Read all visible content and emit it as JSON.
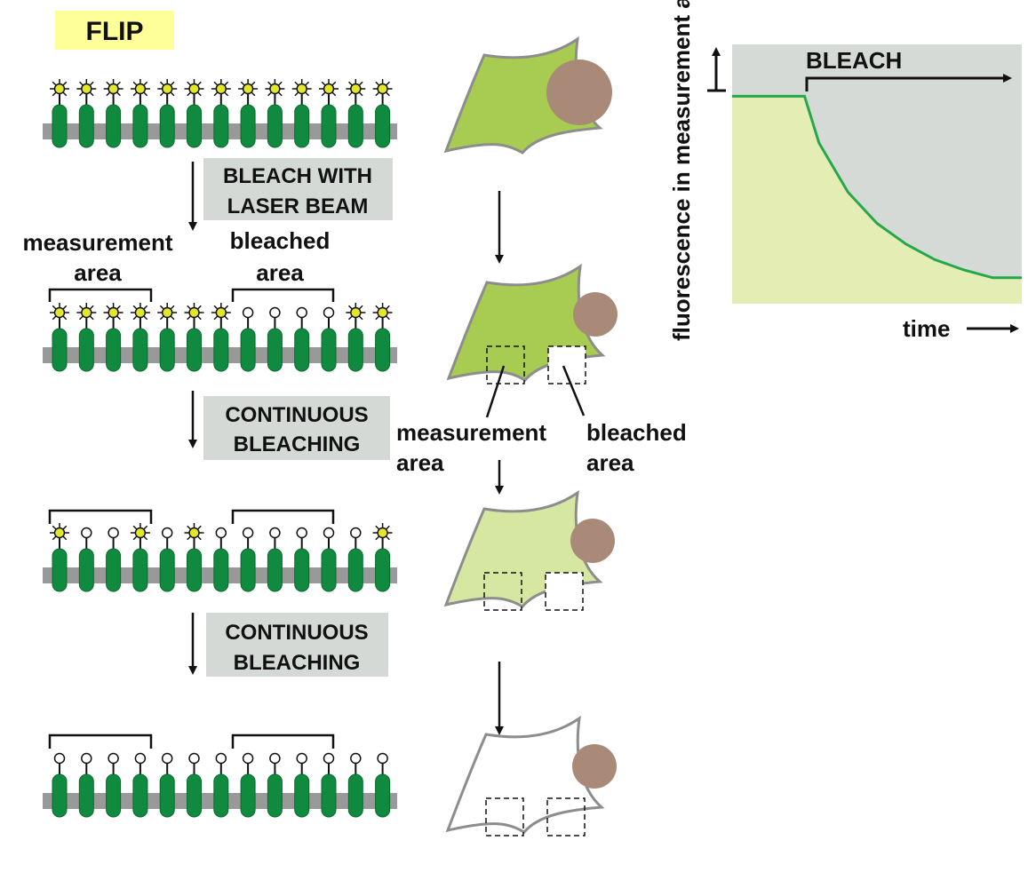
{
  "title": "FLIP",
  "steps": [
    {
      "line1": "BLEACH WITH",
      "line2": "LASER BEAM"
    },
    {
      "line1": "CONTINUOUS",
      "line2": "BLEACHING"
    },
    {
      "line1": "CONTINUOUS",
      "line2": "BLEACHING"
    }
  ],
  "membrane_labels": {
    "measurement_l1": "measurement",
    "measurement_l2": "area",
    "bleached_l1": "bleached",
    "bleached_l2": "area"
  },
  "cell_labels": {
    "measurement_l1": "measurement",
    "measurement_l2": "area",
    "bleached_l1": "bleached",
    "bleached_l2": "area"
  },
  "rows": [
    {
      "fluorescent": [
        true,
        true,
        true,
        true,
        true,
        true,
        true,
        true,
        true,
        true,
        true,
        true,
        true
      ]
    },
    {
      "fluorescent": [
        true,
        true,
        true,
        true,
        true,
        true,
        true,
        false,
        false,
        false,
        false,
        true,
        true
      ]
    },
    {
      "fluorescent": [
        true,
        false,
        false,
        true,
        false,
        true,
        false,
        false,
        false,
        false,
        false,
        false,
        true
      ]
    },
    {
      "fluorescent": [
        false,
        false,
        false,
        false,
        false,
        false,
        false,
        false,
        false,
        false,
        false,
        false,
        false
      ]
    }
  ],
  "cells": [
    {
      "fill": "#a8cc52",
      "show_boxes": false,
      "bleached_box_white": false
    },
    {
      "fill": "#a8cc52",
      "show_boxes": true,
      "bleached_box_white": true
    },
    {
      "fill": "#d6e7a2",
      "show_boxes": true,
      "bleached_box_white": true
    },
    {
      "fill": "#ffffff",
      "show_boxes": true,
      "bleached_box_white": false
    }
  ],
  "chart_data": {
    "type": "line",
    "title": "",
    "xlabel": "time",
    "ylabel": "fluorescence in measurement area",
    "annotation": "BLEACH",
    "series": [
      {
        "x": [
          0.0,
          0.25,
          0.3,
          0.4,
          0.5,
          0.6,
          0.7,
          0.8,
          0.9,
          1.0
        ],
        "y": [
          0.8,
          0.8,
          0.62,
          0.43,
          0.31,
          0.23,
          0.17,
          0.13,
          0.1,
          0.1
        ]
      }
    ],
    "xlim": [
      0,
      1
    ],
    "ylim": [
      0,
      1
    ],
    "grid": false,
    "legend": "none"
  },
  "colors": {
    "title_bg": "#ffff99",
    "step_bg": "#d4d9d6",
    "membrane": "#999999",
    "protein": "#108a3f",
    "protein_dark": "#0b6a2f",
    "fluor": "#e3e62b",
    "cell_stroke": "#8d8d8d",
    "nucleus": "#a98a78",
    "chart_bg": "#d5dad7",
    "chart_fill": "#e3edb4",
    "curve": "#25a84a"
  }
}
